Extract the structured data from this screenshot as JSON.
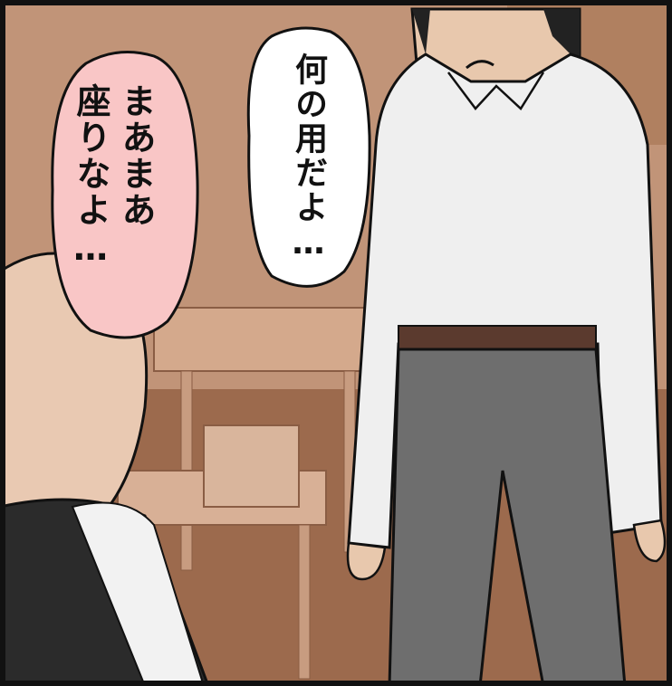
{
  "panel": {
    "speech_bubbles": [
      {
        "speaker": "standing-student",
        "text": "何の用だよ…",
        "fill": "#ffffff"
      },
      {
        "speaker": "seated-student",
        "lines": [
          "まあまあ",
          "座りなよ…"
        ],
        "fill": "#f9c6c6"
      }
    ]
  },
  "colors": {
    "wall": "#b98567",
    "floor": "#9c6a4d",
    "desk": "#d4a98c",
    "shirt": "#efefef",
    "trousers": "#6e6e6e",
    "belt": "#5b3a2e",
    "hair_dark": "#222222",
    "hair_light": "#e9c9b2",
    "outline": "#111111"
  }
}
